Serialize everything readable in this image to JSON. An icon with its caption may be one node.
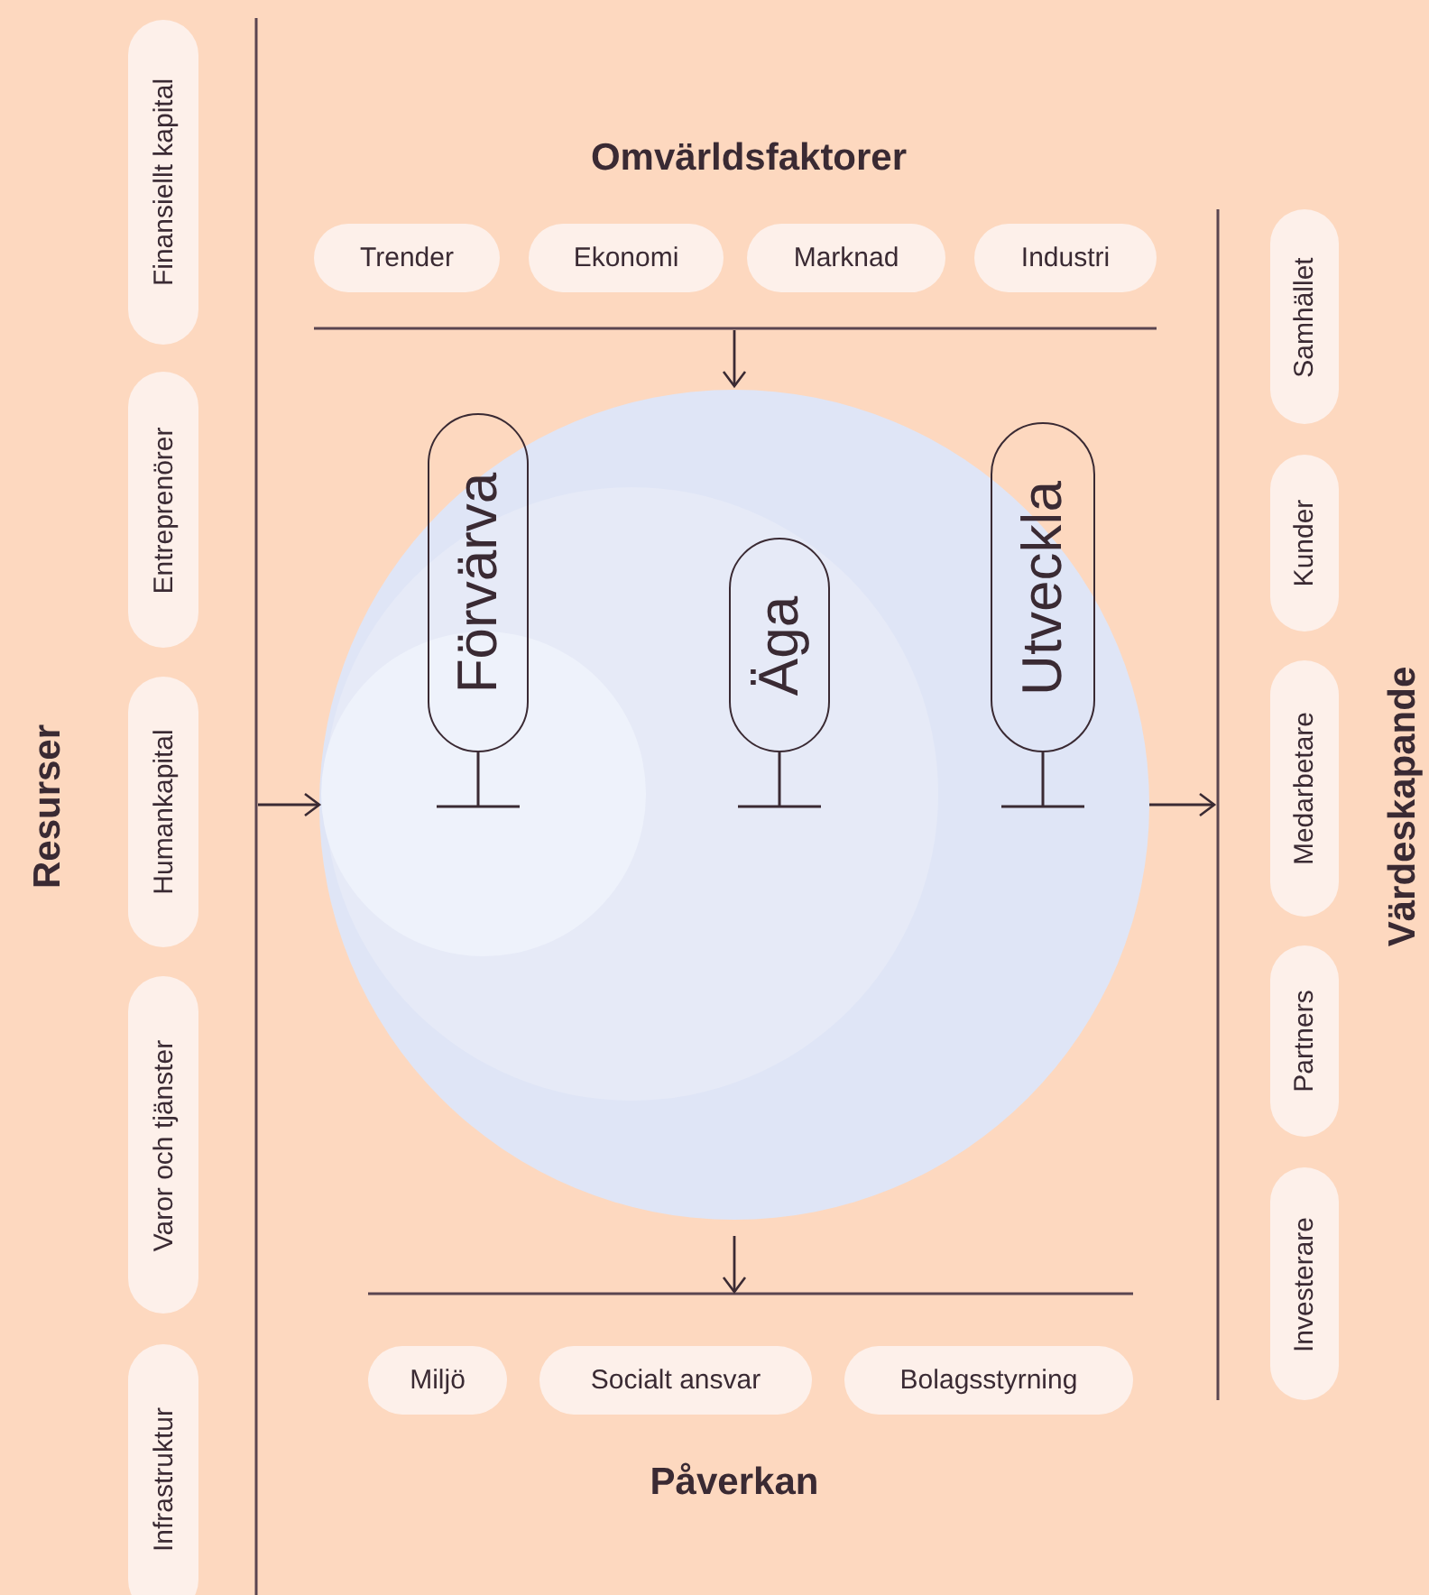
{
  "diagram": {
    "nodes": [
      {
        "text": [
          "Finansiellt kapital"
        ]
      },
      {
        "text": [
          "Entreprenörer"
        ]
      },
      {
        "text": [
          "Humankapital"
        ]
      },
      {
        "text": [
          "Varor och tjänster"
        ]
      },
      {
        "text": [
          "Infrastruktur"
        ]
      },
      {
        "text": [
          "Trender"
        ]
      },
      {
        "text": [
          "Ekonomi"
        ]
      },
      {
        "text": [
          "Marknad"
        ]
      },
      {
        "text": [
          "Industri"
        ]
      },
      {
        "text": [],
        "shape": "circle"
      },
      {
        "text": [
          "Förvärva"
        ],
        "in": 9
      },
      {
        "text": [
          "Äga"
        ],
        "in": 9
      },
      {
        "text": [
          "Utveckla"
        ],
        "in": 9
      },
      {
        "text": [
          "Miljö"
        ]
      },
      {
        "text": [
          "Socialt ansvar"
        ]
      },
      {
        "text": [
          "Bolagsstyrning"
        ]
      },
      {
        "text": [
          "Samhället"
        ]
      },
      {
        "text": [
          "Kunder"
        ]
      },
      {
        "text": [
          "Medarbetare"
        ]
      },
      {
        "text": [
          "Partners"
        ]
      },
      {
        "text": [
          "Investerare"
        ]
      }
    ],
    "edges": [
      {
        "from": null,
        "to": 9,
        "arrow": "to"
      },
      {
        "from": null,
        "to": 9,
        "arrow": "to"
      },
      {
        "from": 9,
        "to": null,
        "arrow": "to"
      },
      {
        "from": 9,
        "to": null,
        "arrow": "to"
      }
    ],
    "labels": [
      "Omvärldsfaktorer",
      "Resurser",
      "Värdeskapande",
      "Påverkan"
    ]
  }
}
